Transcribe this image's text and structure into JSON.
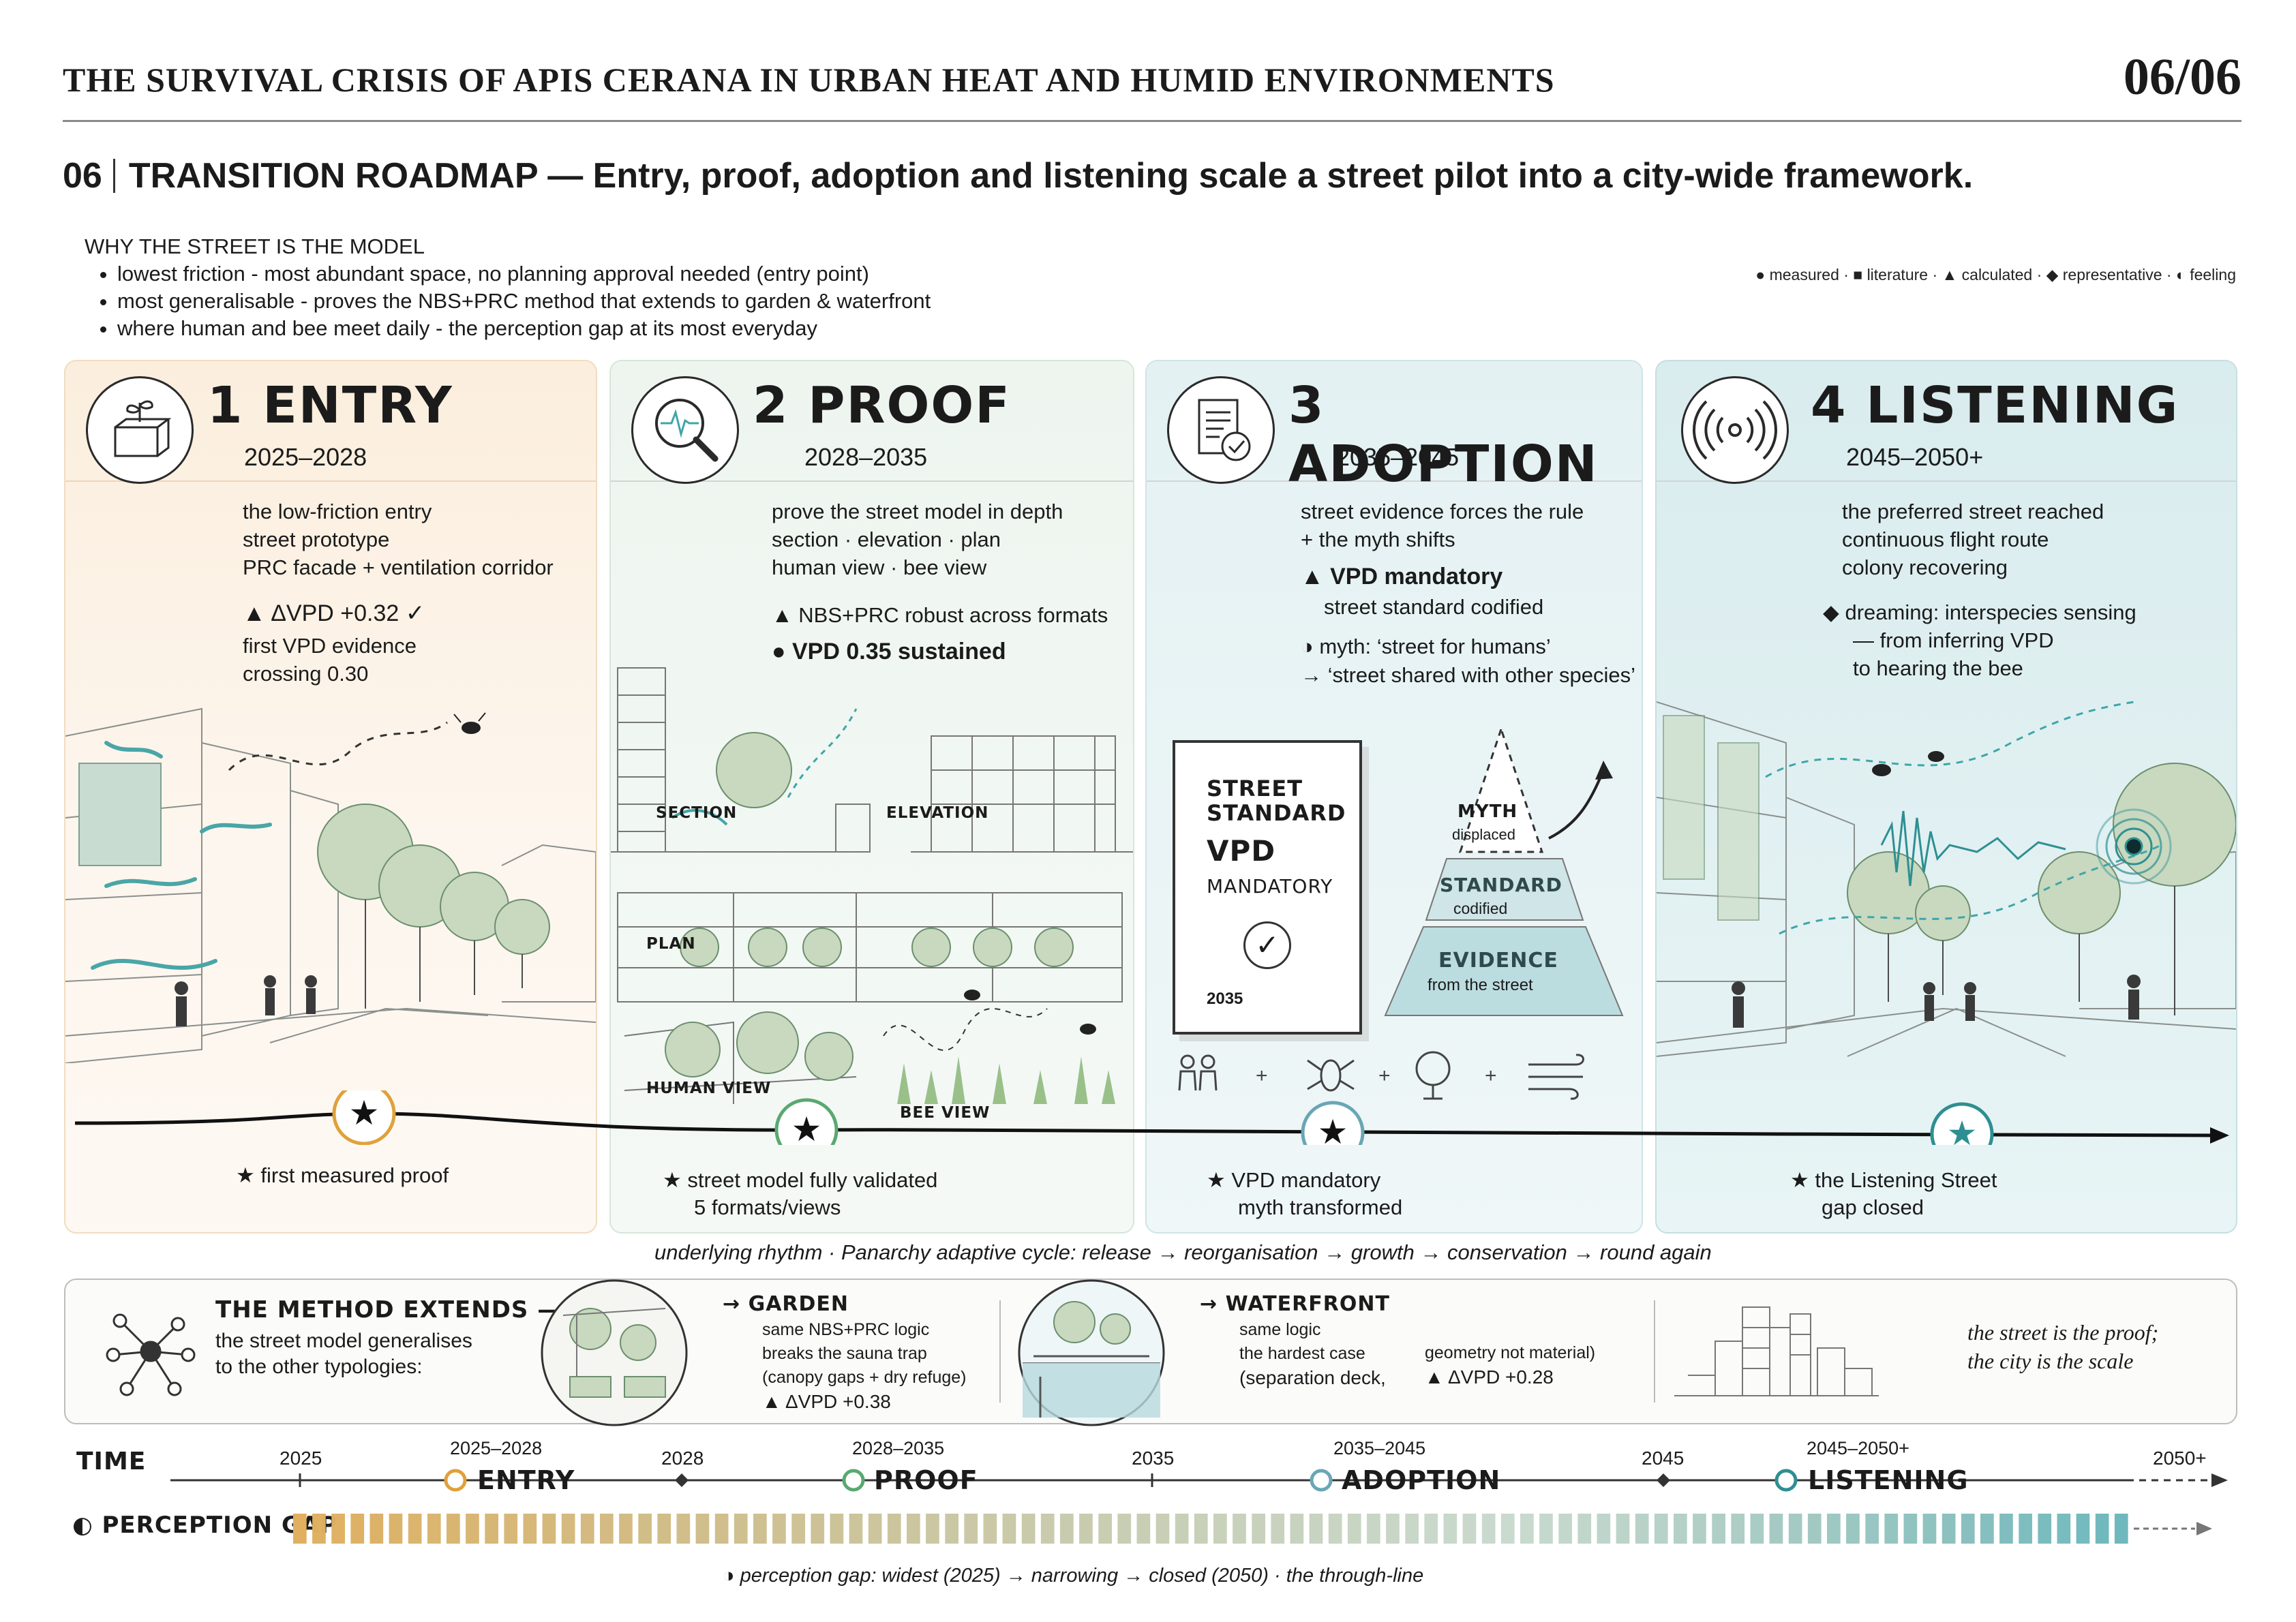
{
  "header": {
    "title": "THE SURVIVAL CRISIS OF APIS CERANA IN URBAN HEAT AND HUMID ENVIRONMENTS",
    "page": "06/06"
  },
  "section": {
    "number": "06",
    "title": "TRANSITION ROADMAP — Entry, proof, adoption and listening scale a street pilot into a city-wide framework."
  },
  "why": {
    "heading": "WHY THE STREET IS THE MODEL",
    "items": [
      "lowest friction - most abundant space, no planning approval needed (entry point)",
      "most generalisable - proves the NBS+PRC method that extends to garden & waterfront",
      "where human and bee meet daily - the perception gap at its most everyday"
    ]
  },
  "legend": "● measured · ■ literature · ▲ calculated · ◆ representative · ◐ feeling",
  "phases": {
    "entry": {
      "title": "1 ENTRY",
      "years": "2025–2028",
      "desc": [
        "the low-friction entry",
        "street prototype",
        "PRC facade + ventilation corridor"
      ],
      "metric": "▲ ΔVPD +0.32 ✓",
      "metric2": [
        "first VPD evidence",
        "crossing 0.30"
      ],
      "milestone": "first measured proof"
    },
    "proof": {
      "title": "2 PROOF",
      "years": "2028–2035",
      "desc": [
        "prove the street model in depth",
        "section · elevation · plan",
        "human view · bee view"
      ],
      "metric1": "▲  NBS+PRC robust across formats",
      "metric2": "●  VPD 0.35 sustained",
      "views": {
        "section": "SECTION",
        "elevation": "ELEVATION",
        "plan": "PLAN",
        "human": "HUMAN VIEW",
        "bee": "BEE VIEW"
      },
      "milestone": [
        "street model fully validated",
        "5 formats/views"
      ]
    },
    "adoption": {
      "title": "3 ADOPTION",
      "years": "2035–2045",
      "desc": [
        "street evidence forces the rule",
        "+ the myth shifts"
      ],
      "metric1": "▲ VPD mandatory",
      "metric1b": "street standard codified",
      "myth1": "◑ myth: ‘street for humans’",
      "myth2": "→ ‘street shared with other species’",
      "book": {
        "l1": "STREET",
        "l2": "STANDARD",
        "l3": "VPD",
        "l4": "MANDATORY",
        "year": "2035"
      },
      "pyramid": {
        "top": "MYTH",
        "top_sub": "displaced",
        "mid": "STANDARD",
        "mid_sub": "codified",
        "base": "EVIDENCE",
        "base_sub": "from the street"
      },
      "milestone": [
        "VPD mandatory",
        "myth transformed"
      ]
    },
    "listening": {
      "title": "4 LISTENING",
      "years": "2045–2050+",
      "desc": [
        "the preferred street reached",
        "continuous flight route",
        "colony recovering"
      ],
      "dream": [
        "◆  dreaming: interspecies sensing",
        "— from inferring VPD",
        "to hearing the bee"
      ],
      "milestone": [
        "the Listening Street",
        "gap closed"
      ]
    }
  },
  "rhythm": "underlying rhythm · Panarchy adaptive cycle: release → reorganisation → growth → conservation → round again",
  "method": {
    "heading": "THE METHOD EXTENDS —",
    "sub": [
      "the street model generalises",
      "to the other typologies:"
    ],
    "garden": {
      "title": "→ GARDEN",
      "lines": [
        "same NBS+PRC logic",
        "breaks the sauna trap",
        "(canopy gaps + dry refuge)",
        "▲ ΔVPD +0.38"
      ]
    },
    "waterfront": {
      "title": "→ WATERFRONT",
      "lines": [
        "same logic",
        "the hardest case",
        "(separation deck,"
      ],
      "col2": [
        "geometry not material)",
        "▲ ΔVPD +0.28"
      ]
    },
    "quote": [
      "the street is the proof;",
      "the city is the scale"
    ]
  },
  "timeline": {
    "label": "TIME",
    "ticks": [
      "2025",
      "2028",
      "2035",
      "2045",
      "2050+"
    ],
    "phases": [
      {
        "years": "2025–2028",
        "name": "ENTRY",
        "color": "#e0a13a"
      },
      {
        "years": "2028–2035",
        "name": "PROOF",
        "color": "#5aa870"
      },
      {
        "years": "2035–2045",
        "name": "ADOPTION",
        "color": "#6aa6b5"
      },
      {
        "years": "2045–2050+",
        "name": "LISTENING",
        "color": "#2e8f92"
      }
    ]
  },
  "perception": {
    "label": "◐  PERCEPTION GAP",
    "note": "◑ perception gap: widest (2025) → narrowing → closed (2050) · the through-line",
    "gap_start": 1.0,
    "gap_end": 0.0
  },
  "colors": {
    "entry": "#e0a13a",
    "proof": "#5aa870",
    "adoption": "#6aa6b5",
    "listening": "#2e8f92",
    "teal": "#3fa6a8"
  }
}
